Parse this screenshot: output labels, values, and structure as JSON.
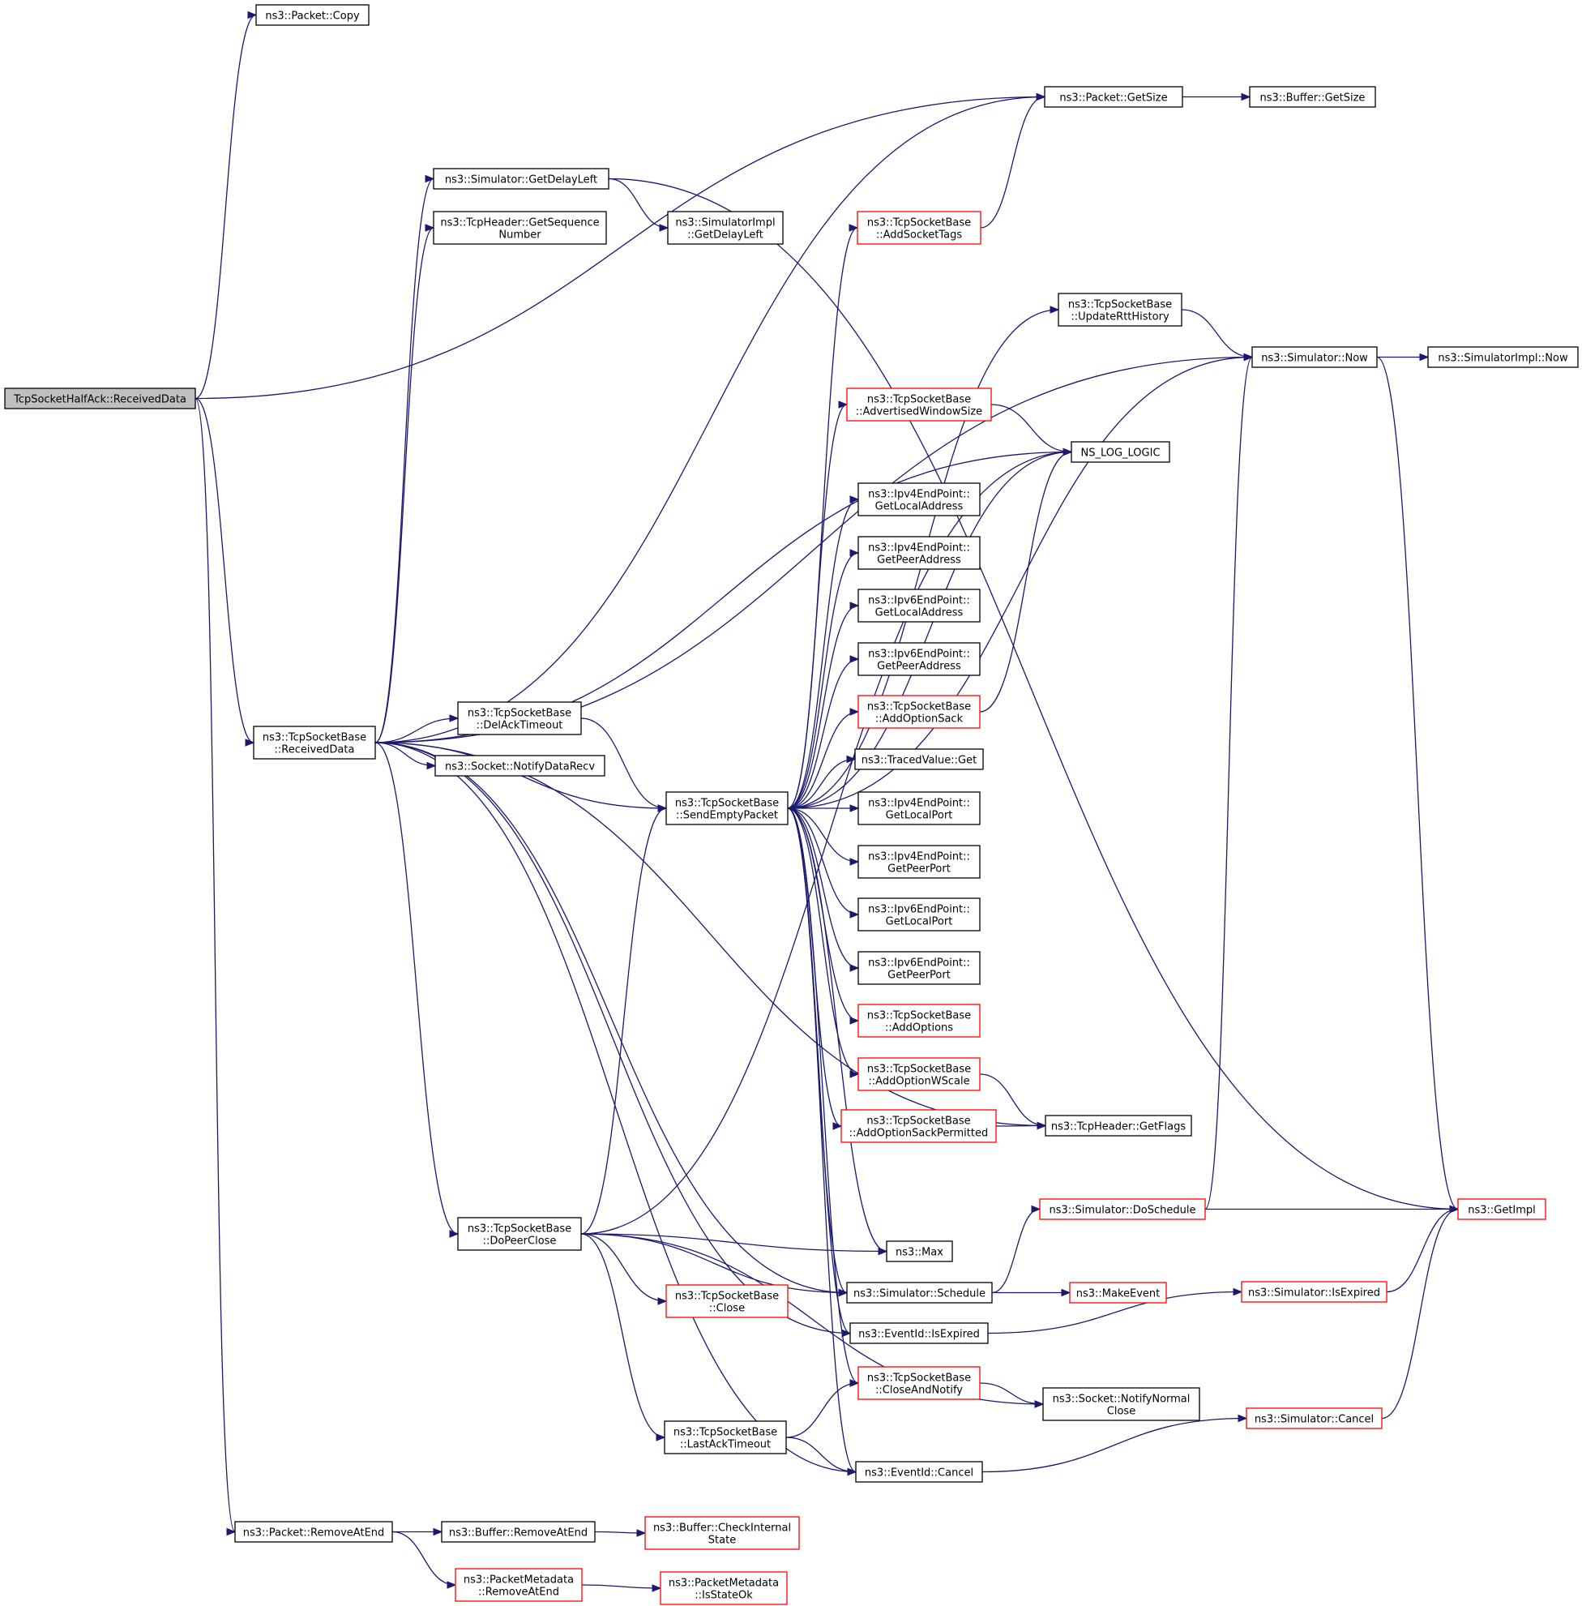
{
  "graph": {
    "title": "TcpSocketHalfAck::ReceivedData call graph",
    "colors": {
      "edge": "#191970",
      "border_normal": "#000000",
      "border_truncated": "#ff0000",
      "root_fill": "#bfbfbf",
      "node_fill": "#ffffff"
    },
    "nodes": [
      {
        "id": "root",
        "lines": [
          "TcpSocketHalfAck::ReceivedData"
        ],
        "style": "root"
      },
      {
        "id": "packet-copy",
        "lines": [
          "ns3::Packet::Copy"
        ],
        "style": "normal"
      },
      {
        "id": "packet-getsize",
        "lines": [
          "ns3::Packet::GetSize"
        ],
        "style": "normal"
      },
      {
        "id": "buffer-getsize",
        "lines": [
          "ns3::Buffer::GetSize"
        ],
        "style": "normal"
      },
      {
        "id": "sim-getdelayleft",
        "lines": [
          "ns3::Simulator::GetDelayLeft"
        ],
        "style": "normal"
      },
      {
        "id": "tcpheader-getseq",
        "lines": [
          "ns3::TcpHeader::GetSequence",
          "Number"
        ],
        "style": "normal"
      },
      {
        "id": "simimpl-getdelayleft",
        "lines": [
          "ns3::SimulatorImpl",
          "::GetDelayLeft"
        ],
        "style": "normal"
      },
      {
        "id": "tsb-addsockettags",
        "lines": [
          "ns3::TcpSocketBase",
          "::AddSocketTags"
        ],
        "style": "truncated"
      },
      {
        "id": "tsb-updatertt",
        "lines": [
          "ns3::TcpSocketBase",
          "::UpdateRttHistory"
        ],
        "style": "normal"
      },
      {
        "id": "sim-now",
        "lines": [
          "ns3::Simulator::Now"
        ],
        "style": "normal"
      },
      {
        "id": "simimpl-now",
        "lines": [
          "ns3::SimulatorImpl::Now"
        ],
        "style": "normal"
      },
      {
        "id": "tsb-advwin",
        "lines": [
          "ns3::TcpSocketBase",
          "::AdvertisedWindowSize"
        ],
        "style": "truncated"
      },
      {
        "id": "ns-log-logic",
        "lines": [
          "NS_LOG_LOGIC"
        ],
        "style": "normal"
      },
      {
        "id": "ipv4-getlocaladdr",
        "lines": [
          "ns3::Ipv4EndPoint::",
          "GetLocalAddress"
        ],
        "style": "normal"
      },
      {
        "id": "ipv4-getpeeraddr",
        "lines": [
          "ns3::Ipv4EndPoint::",
          "GetPeerAddress"
        ],
        "style": "normal"
      },
      {
        "id": "ipv6-getlocaladdr",
        "lines": [
          "ns3::Ipv6EndPoint::",
          "GetLocalAddress"
        ],
        "style": "normal"
      },
      {
        "id": "ipv6-getpeeraddr",
        "lines": [
          "ns3::Ipv6EndPoint::",
          "GetPeerAddress"
        ],
        "style": "normal"
      },
      {
        "id": "tsb-addoptsack",
        "lines": [
          "ns3::TcpSocketBase",
          "::AddOptionSack"
        ],
        "style": "truncated"
      },
      {
        "id": "tsb-receiveddata",
        "lines": [
          "ns3::TcpSocketBase",
          "::ReceivedData"
        ],
        "style": "normal"
      },
      {
        "id": "tsb-delacktimeout",
        "lines": [
          "ns3::TcpSocketBase",
          "::DelAckTimeout"
        ],
        "style": "normal"
      },
      {
        "id": "socket-notifydatarecv",
        "lines": [
          "ns3::Socket::NotifyDataRecv"
        ],
        "style": "normal"
      },
      {
        "id": "tracedvalue-get",
        "lines": [
          "ns3::TracedValue::Get"
        ],
        "style": "normal"
      },
      {
        "id": "tsb-sendempty",
        "lines": [
          "ns3::TcpSocketBase",
          "::SendEmptyPacket"
        ],
        "style": "normal"
      },
      {
        "id": "ipv4-getlocalport",
        "lines": [
          "ns3::Ipv4EndPoint::",
          "GetLocalPort"
        ],
        "style": "normal"
      },
      {
        "id": "ipv4-getpeerport",
        "lines": [
          "ns3::Ipv4EndPoint::",
          "GetPeerPort"
        ],
        "style": "normal"
      },
      {
        "id": "ipv6-getlocalport",
        "lines": [
          "ns3::Ipv6EndPoint::",
          "GetLocalPort"
        ],
        "style": "normal"
      },
      {
        "id": "ipv6-getpeerport",
        "lines": [
          "ns3::Ipv6EndPoint::",
          "GetPeerPort"
        ],
        "style": "normal"
      },
      {
        "id": "tsb-addoptions",
        "lines": [
          "ns3::TcpSocketBase",
          "::AddOptions"
        ],
        "style": "truncated"
      },
      {
        "id": "tsb-addoptwscale",
        "lines": [
          "ns3::TcpSocketBase",
          "::AddOptionWScale"
        ],
        "style": "truncated"
      },
      {
        "id": "tsb-addoptsackperm",
        "lines": [
          "ns3::TcpSocketBase",
          "::AddOptionSackPermitted"
        ],
        "style": "truncated"
      },
      {
        "id": "tcpheader-getflags",
        "lines": [
          "ns3::TcpHeader::GetFlags"
        ],
        "style": "normal"
      },
      {
        "id": "sim-doschedule",
        "lines": [
          "ns3::Simulator::DoSchedule"
        ],
        "style": "truncated"
      },
      {
        "id": "getimpl",
        "lines": [
          "ns3::GetImpl"
        ],
        "style": "truncated"
      },
      {
        "id": "tsb-dopeerclose",
        "lines": [
          "ns3::TcpSocketBase",
          "::DoPeerClose"
        ],
        "style": "normal"
      },
      {
        "id": "max",
        "lines": [
          "ns3::Max"
        ],
        "style": "normal"
      },
      {
        "id": "sim-isexpired",
        "lines": [
          "ns3::Simulator::IsExpired"
        ],
        "style": "truncated"
      },
      {
        "id": "sim-schedule",
        "lines": [
          "ns3::Simulator::Schedule"
        ],
        "style": "normal"
      },
      {
        "id": "makeevent",
        "lines": [
          "ns3::MakeEvent"
        ],
        "style": "truncated"
      },
      {
        "id": "tsb-close",
        "lines": [
          "ns3::TcpSocketBase",
          "::Close"
        ],
        "style": "truncated"
      },
      {
        "id": "eventid-isexpired",
        "lines": [
          "ns3::EventId::IsExpired"
        ],
        "style": "normal"
      },
      {
        "id": "tsb-closeandnotify",
        "lines": [
          "ns3::TcpSocketBase",
          "::CloseAndNotify"
        ],
        "style": "truncated"
      },
      {
        "id": "socket-notifynormalclose",
        "lines": [
          "ns3::Socket::NotifyNormal",
          "Close"
        ],
        "style": "normal"
      },
      {
        "id": "sim-cancel",
        "lines": [
          "ns3::Simulator::Cancel"
        ],
        "style": "truncated"
      },
      {
        "id": "tsb-lastacktimeout",
        "lines": [
          "ns3::TcpSocketBase",
          "::LastAckTimeout"
        ],
        "style": "normal"
      },
      {
        "id": "eventid-cancel",
        "lines": [
          "ns3::EventId::Cancel"
        ],
        "style": "normal"
      },
      {
        "id": "packet-removeatend",
        "lines": [
          "ns3::Packet::RemoveAtEnd"
        ],
        "style": "normal"
      },
      {
        "id": "buffer-removeatend",
        "lines": [
          "ns3::Buffer::RemoveAtEnd"
        ],
        "style": "normal"
      },
      {
        "id": "buffer-checkinternal",
        "lines": [
          "ns3::Buffer::CheckInternal",
          "State"
        ],
        "style": "truncated"
      },
      {
        "id": "pktmeta-removeatend",
        "lines": [
          "ns3::PacketMetadata",
          "::RemoveAtEnd"
        ],
        "style": "truncated"
      },
      {
        "id": "pktmeta-isstateok",
        "lines": [
          "ns3::PacketMetadata",
          "::IsStateOk"
        ],
        "style": "truncated"
      }
    ],
    "edges": [
      [
        "root",
        "packet-copy"
      ],
      [
        "root",
        "packet-getsize"
      ],
      [
        "root",
        "tsb-receiveddata"
      ],
      [
        "root",
        "packet-removeatend"
      ],
      [
        "packet-getsize",
        "buffer-getsize"
      ],
      [
        "sim-getdelayleft",
        "simimpl-getdelayleft"
      ],
      [
        "sim-getdelayleft",
        "getimpl"
      ],
      [
        "tsb-addsockettags",
        "packet-getsize"
      ],
      [
        "tsb-updatertt",
        "sim-now"
      ],
      [
        "sim-now",
        "simimpl-now"
      ],
      [
        "sim-now",
        "getimpl"
      ],
      [
        "tsb-advwin",
        "ns-log-logic"
      ],
      [
        "tsb-addoptsack",
        "ns-log-logic"
      ],
      [
        "tsb-receiveddata",
        "packet-getsize"
      ],
      [
        "tsb-receiveddata",
        "sim-now"
      ],
      [
        "tsb-receiveddata",
        "sim-getdelayleft"
      ],
      [
        "tsb-receiveddata",
        "tcpheader-getseq"
      ],
      [
        "tsb-receiveddata",
        "ns-log-logic"
      ],
      [
        "tsb-receiveddata",
        "tsb-delacktimeout"
      ],
      [
        "tsb-receiveddata",
        "socket-notifydatarecv"
      ],
      [
        "tsb-receiveddata",
        "tsb-sendempty"
      ],
      [
        "tsb-receiveddata",
        "tcpheader-getflags"
      ],
      [
        "tsb-receiveddata",
        "tsb-dopeerclose"
      ],
      [
        "tsb-receiveddata",
        "sim-schedule"
      ],
      [
        "tsb-receiveddata",
        "eventid-isexpired"
      ],
      [
        "tsb-receiveddata",
        "eventid-cancel"
      ],
      [
        "tsb-delacktimeout",
        "tsb-sendempty"
      ],
      [
        "tsb-sendempty",
        "tsb-addsockettags"
      ],
      [
        "tsb-sendempty",
        "tsb-updatertt"
      ],
      [
        "tsb-sendempty",
        "sim-now"
      ],
      [
        "tsb-sendempty",
        "tsb-advwin"
      ],
      [
        "tsb-sendempty",
        "ns-log-logic"
      ],
      [
        "tsb-sendempty",
        "ipv4-getlocaladdr"
      ],
      [
        "tsb-sendempty",
        "ipv4-getpeeraddr"
      ],
      [
        "tsb-sendempty",
        "ipv6-getlocaladdr"
      ],
      [
        "tsb-sendempty",
        "ipv6-getpeeraddr"
      ],
      [
        "tsb-sendempty",
        "tsb-addoptsack"
      ],
      [
        "tsb-sendempty",
        "tracedvalue-get"
      ],
      [
        "tsb-sendempty",
        "ipv4-getlocalport"
      ],
      [
        "tsb-sendempty",
        "ipv4-getpeerport"
      ],
      [
        "tsb-sendempty",
        "ipv6-getlocalport"
      ],
      [
        "tsb-sendempty",
        "ipv6-getpeerport"
      ],
      [
        "tsb-sendempty",
        "tsb-addoptions"
      ],
      [
        "tsb-sendempty",
        "tsb-addoptwscale"
      ],
      [
        "tsb-sendempty",
        "tsb-addoptsackperm"
      ],
      [
        "tsb-sendempty",
        "max"
      ],
      [
        "tsb-sendempty",
        "sim-schedule"
      ],
      [
        "tsb-sendempty",
        "eventid-isexpired"
      ],
      [
        "tsb-sendempty",
        "tsb-closeandnotify"
      ],
      [
        "tsb-sendempty",
        "eventid-cancel"
      ],
      [
        "tsb-addoptwscale",
        "tcpheader-getflags"
      ],
      [
        "tsb-addoptsackperm",
        "tcpheader-getflags"
      ],
      [
        "sim-doschedule",
        "sim-now"
      ],
      [
        "sim-doschedule",
        "getimpl"
      ],
      [
        "tsb-dopeerclose",
        "tsb-sendempty"
      ],
      [
        "tsb-dopeerclose",
        "ns-log-logic"
      ],
      [
        "tsb-dopeerclose",
        "max"
      ],
      [
        "tsb-dopeerclose",
        "sim-schedule"
      ],
      [
        "tsb-dopeerclose",
        "tsb-close"
      ],
      [
        "tsb-dopeerclose",
        "socket-notifynormalclose"
      ],
      [
        "tsb-dopeerclose",
        "tsb-lastacktimeout"
      ],
      [
        "sim-isexpired",
        "getimpl"
      ],
      [
        "sim-schedule",
        "sim-doschedule"
      ],
      [
        "sim-schedule",
        "makeevent"
      ],
      [
        "eventid-isexpired",
        "sim-isexpired"
      ],
      [
        "tsb-closeandnotify",
        "socket-notifynormalclose"
      ],
      [
        "sim-cancel",
        "getimpl"
      ],
      [
        "tsb-lastacktimeout",
        "tsb-closeandnotify"
      ],
      [
        "tsb-lastacktimeout",
        "eventid-cancel"
      ],
      [
        "eventid-cancel",
        "sim-cancel"
      ],
      [
        "packet-removeatend",
        "buffer-removeatend"
      ],
      [
        "packet-removeatend",
        "pktmeta-removeatend"
      ],
      [
        "buffer-removeatend",
        "buffer-checkinternal"
      ],
      [
        "pktmeta-removeatend",
        "pktmeta-isstateok"
      ]
    ]
  }
}
